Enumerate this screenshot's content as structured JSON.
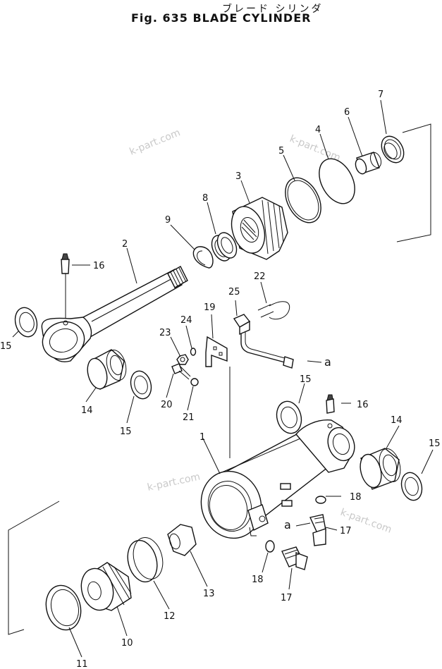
{
  "title": {
    "jp": "ブレード シリンダ",
    "en": "Fig. 635 BLADE CYLINDER"
  },
  "watermarks": [
    "k-part.com",
    "k-part.com",
    "k-part.com",
    "k-part.com"
  ],
  "connector_letters": [
    "a",
    "a"
  ],
  "callouts": [
    {
      "id": "1",
      "label": "1"
    },
    {
      "id": "2",
      "label": "2"
    },
    {
      "id": "3",
      "label": "3"
    },
    {
      "id": "4",
      "label": "4"
    },
    {
      "id": "5",
      "label": "5"
    },
    {
      "id": "6",
      "label": "6"
    },
    {
      "id": "7",
      "label": "7"
    },
    {
      "id": "8",
      "label": "8"
    },
    {
      "id": "9",
      "label": "9"
    },
    {
      "id": "10",
      "label": "10"
    },
    {
      "id": "11",
      "label": "11"
    },
    {
      "id": "12",
      "label": "12"
    },
    {
      "id": "13",
      "label": "13"
    },
    {
      "id": "14a",
      "label": "14"
    },
    {
      "id": "14b",
      "label": "14"
    },
    {
      "id": "15a",
      "label": "15"
    },
    {
      "id": "15b",
      "label": "15"
    },
    {
      "id": "15c",
      "label": "15"
    },
    {
      "id": "15d",
      "label": "15"
    },
    {
      "id": "16a",
      "label": "16"
    },
    {
      "id": "16b",
      "label": "16"
    },
    {
      "id": "17a",
      "label": "17"
    },
    {
      "id": "17b",
      "label": "17"
    },
    {
      "id": "18a",
      "label": "18"
    },
    {
      "id": "18b",
      "label": "18"
    },
    {
      "id": "19",
      "label": "19"
    },
    {
      "id": "20",
      "label": "20"
    },
    {
      "id": "21",
      "label": "21"
    },
    {
      "id": "22",
      "label": "22"
    },
    {
      "id": "23",
      "label": "23"
    },
    {
      "id": "24",
      "label": "24"
    },
    {
      "id": "25",
      "label": "25"
    }
  ]
}
